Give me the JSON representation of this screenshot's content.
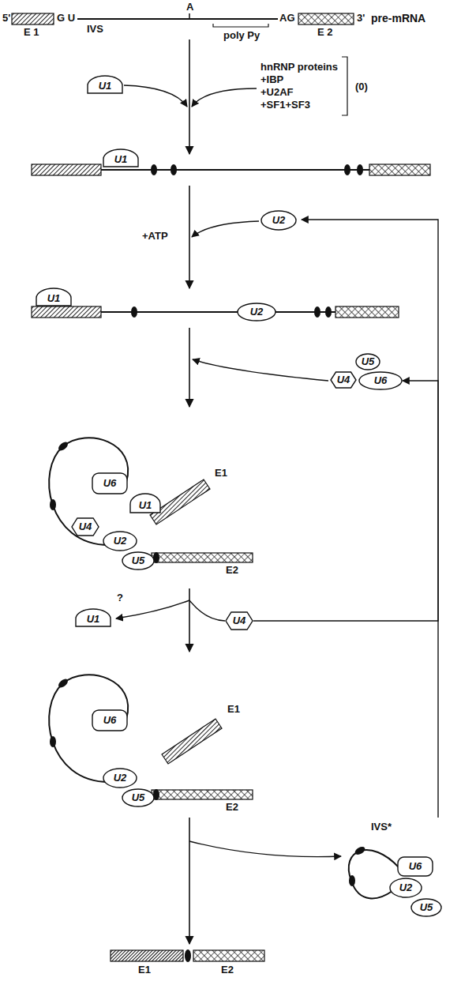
{
  "diagram": {
    "nodes": [
      {
        "text": [
          "U1"
        ]
      },
      {
        "text": [
          "U1"
        ]
      },
      {
        "text": [
          "U2"
        ]
      },
      {
        "text": [
          "U1"
        ]
      },
      {
        "text": [
          "U2"
        ]
      },
      {
        "text": [
          "U4"
        ]
      },
      {
        "text": [
          "U5"
        ]
      },
      {
        "text": [
          "U6"
        ]
      },
      {
        "text": [
          "U6"
        ]
      },
      {
        "text": [
          "U1"
        ]
      },
      {
        "text": [
          "U4"
        ]
      },
      {
        "text": [
          "U2"
        ]
      },
      {
        "text": [
          "U5"
        ]
      },
      {
        "text": [
          "U1"
        ]
      },
      {
        "text": [
          "U4"
        ]
      },
      {
        "text": [
          "U6"
        ]
      },
      {
        "text": [
          "U2"
        ]
      },
      {
        "text": [
          "U5"
        ]
      },
      {
        "text": [
          "U6"
        ]
      },
      {
        "text": [
          "U2"
        ]
      },
      {
        "text": [
          "U5"
        ]
      }
    ],
    "edges": [
      {
        "from": 14,
        "to": 7,
        "arrow": "to"
      }
    ],
    "labels": [
      "A",
      "5'",
      "G U",
      "AG",
      "3'",
      "pre-mRNA",
      "E 1",
      "IVS",
      "poly Py",
      "E 2",
      "hnRNP proteins",
      "+IBP",
      "+U2AF",
      "+SF1+SF3",
      "(0)",
      "+ATP",
      "E1",
      "E2",
      "?",
      "E1",
      "E2",
      "IVS*",
      "E1",
      "E2"
    ]
  }
}
